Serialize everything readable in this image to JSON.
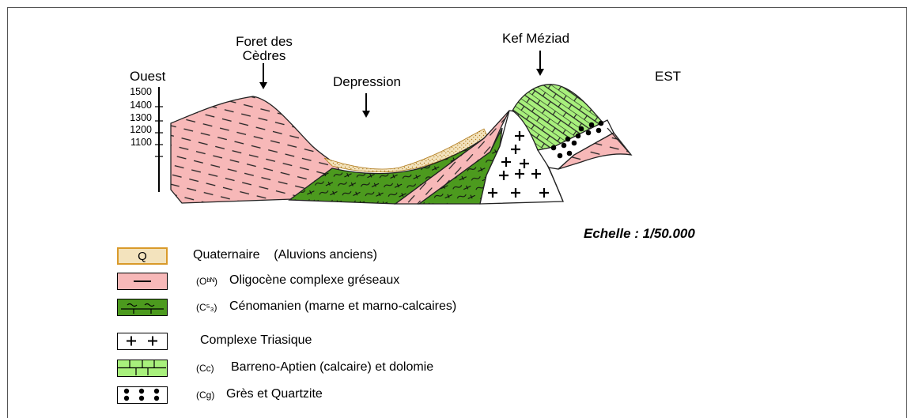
{
  "labels": {
    "ouest": "Ouest",
    "est": "EST",
    "foret_line1": "Foret des",
    "foret_line2": "Cèdres",
    "depression": "Depression",
    "kef": "Kef Méziad"
  },
  "altitude_ticks": [
    "1500",
    "1400",
    "1300",
    "1200",
    "1100"
  ],
  "scale_text": "Echelle : 1/50.000",
  "legend": [
    {
      "swatch_text": "Q",
      "code": "",
      "text": "Quaternaire    (Aluvions anciens)",
      "color": "#f3e3bd"
    },
    {
      "swatch_text": "",
      "code": "(Oᵇᴺ)",
      "text": "Oligocène complexe gréseaux",
      "color": "#f7b8b8"
    },
    {
      "swatch_text": "",
      "code": "(C⁵₃)",
      "text": "Cénomanien (marne et marno-calcaires)",
      "color": "#4c9a1e"
    },
    {
      "swatch_text": "",
      "code": "",
      "text": "Complexe Triasique",
      "color": "#ffffff"
    },
    {
      "swatch_text": "",
      "code": "(Cc)",
      "text": "Barreno-Aptien (calcaire) et dolomie",
      "color": "#a8f07c"
    },
    {
      "swatch_text": "",
      "code": "(Cg)",
      "text": "Grès et Quartzite",
      "color": "#ffffff"
    }
  ]
}
